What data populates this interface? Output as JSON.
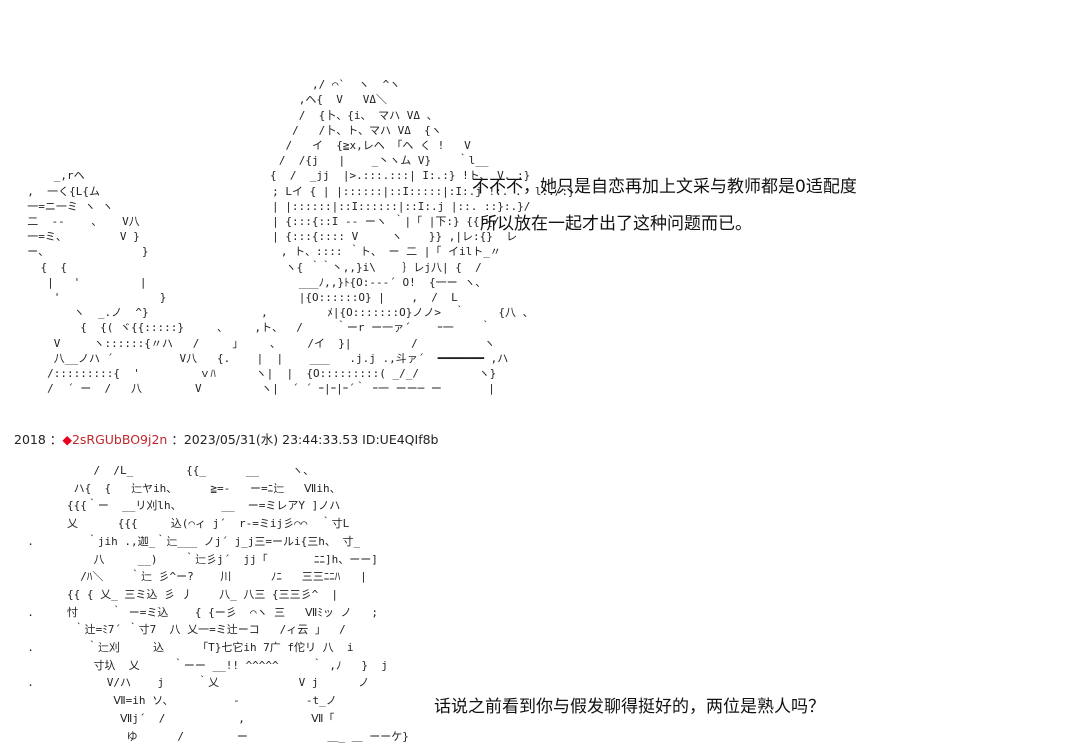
{
  "art_top": " \n                                             ,/ ⌒`  ヽ  ^ヽ\n                                           ,ヘ{  V   VΔ＼\n                                           /  {卜、{i、 マハ VΔ 、\n                                          /   /卜、ト、マハ VΔ  {ヽ\n                                         /   イ  {≧x,レヘ 「ヘ く !   V\n                                        /  /{j   |    _丶ヽム V}    ｀l__\n      _,rヘ                            {  /  _jj  |>.:::.:::| I:.:} !ト、 V. :}\n  ,  一く{L{ム                          ; Lイ { | |::::::|::I:::::|:I:.j !:. .  l:./:}\n  一=ニ一ミ ヽ ヽ                        | |::::::|::I::::::|::I:.j |::. ::}:.}/\n  二  --    、   V八                    | {:::{::I -- ーヽ ｀|「 |下:} {{:{/\n  一=ミ、        V }                    | {:::{:::: V     ヽ    }} ,|レ:{}  レ\n  ー、              }                    , ト、:::: ｀ト、 ー 二 |「 イilト_〃\n    {  {                                 ヽ{ ｀｀丶,,}i\\    ｝レj八| {  /\n     |   '         |                       ___ﾉ,,}ﾄ{O:---´ O!  {一ー ヽ、\n      '               }                    |{O::::::O} |    ,  /  L\n         ヽ  _.ノ  ^}                 ,         ﾒ|{O:::::::O}ノノ>  ｀     {八 、\n          {  {( ヾ{{:::::}     、    ,ト、  /     ｀ーr ー一ァ´    ｰ一    ｀\n      V     ヽ::::::{〃ハ   /     」    、    /イ  }|         /          ヽ\n      八__ノハ ´          V八   {.    |  |    ___   .j.j .,斗ァ´  ━━━━━━━ ,ハ\n     /:::::::::{  '         ｖﾊ      ヽ|  |  {O:::::::::( _/_/         ヽ}\n     /  ´ ー  /   八        V         ヽ|  ´ ´ ｰ|ｰ|ｰ´｀ ｰ一 ーー─ ー       |",
  "post_header": {
    "number": "2018",
    "separator1": "：",
    "trip_mark": "◆",
    "trip": "2sRGUbBO9j2n",
    "separator2": "：",
    "datetime": "2023/05/31(水) 23:44:33.53",
    "id": "ID:UE4QIf8b"
  },
  "art_bottom": "            /  /L_        {{_      __     ヽ、\n         ハ{  {   辷ヤih、     ≧=-   ー=ﾆ辷   Ⅶih、\n        {{{｀ー  __リ刈lh、      __  ー=ミレアY ]ノハ\n        乂      {{{     込(⌒ィ j´  r-=ミij彡⌒⌒  ｀寸L\n  .        ｀jih .,迦_｀辷___ ノj´ j_j三=ールi{三h、 寸_\n            八     __)    ｀辷彡j´  jj「       ﾆﾆ]h、ーー]\n          /ﾊ＼    ｀辷 彡^ー?    川      ﾉﾆ   三三ﾆﾆﾊ   |\n        {{ { 乂_ 三ミ込 彡 丿    八_ 八三 {三三彡^  |\n  .     忖     ｀ ー=ミ込    { {ー彡  ⌒ヽ 三   Ⅶﾐッ ノ   ;\n         ｀辻=ﾐ7´ ｀寸7  八 乂一=ミ辻ーコ   /ィ云 」  /\n  .        ｀辷刈     込     「T}七它ih 7广 f佗リ 八  i\n            寸圦  乂     ｀ーー __!! ^^^^^     ｀ ,ﾉ   }  j\n  .           V/ハ    j     ｀乂            V j      ノ\n               Ⅶ=ih ソ、         -          -t_ノ\n                Ⅶj´  /           ,          Ⅶ「\n                 ゆ      /        ー            ＿_ ＿ ーーケ}",
  "dialogue": {
    "line1": "不不不，她只是自恋再加上文采与教师都是0适配度",
    "line2": "所以放在一起才出了这种问题而已。",
    "line3": "话说之前看到你与假发聊得挺好的，两位是熟人吗？"
  },
  "colors": {
    "trip_diamond": "#e8001c",
    "trip_name": "#c0282d",
    "text": "#111111",
    "background": "#ffffff"
  }
}
